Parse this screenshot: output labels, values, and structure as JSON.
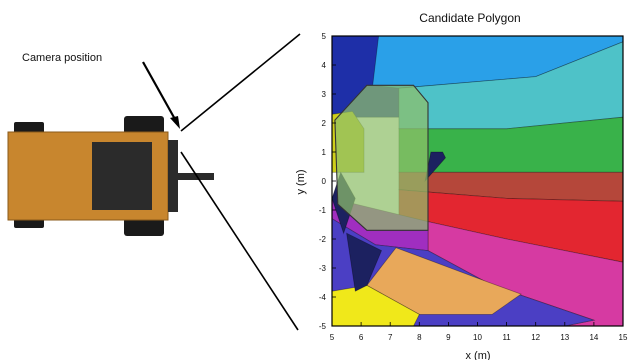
{
  "annotations": {
    "camera_label": "Camera position",
    "plot_title": "Candidate Polygon"
  },
  "axes": {
    "xlabel": "x (m)",
    "ylabel": "y (m)",
    "xlim": [
      5,
      15
    ],
    "ylim": [
      -5,
      5
    ],
    "x_ticks": [
      "5",
      "6",
      "7",
      "8",
      "9",
      "10",
      "11",
      "12",
      "13",
      "14",
      "15"
    ],
    "y_ticks": [
      "5",
      "4",
      "3",
      "2",
      "1",
      "0",
      "-1",
      "-2",
      "-3",
      "-4",
      "-5"
    ]
  },
  "colors": {
    "vehicle_body": "#c8862e",
    "vehicle_dark": "#2b2b2b",
    "candidate_polygon": "#8fbf6a"
  },
  "regions": [
    {
      "color": "#1e2fa8",
      "points": [
        [
          5,
          5
        ],
        [
          15,
          5
        ],
        [
          15,
          2.2
        ],
        [
          5,
          2.2
        ]
      ]
    },
    {
      "color": "#2aa0e8",
      "points": [
        [
          6.6,
          5
        ],
        [
          15,
          5
        ],
        [
          15,
          4.8
        ],
        [
          12,
          3.6
        ],
        [
          8.5,
          3.3
        ],
        [
          7.3,
          3.2
        ],
        [
          6.4,
          3.3
        ]
      ]
    },
    {
      "color": "#4ec2c8",
      "points": [
        [
          7.3,
          3.2
        ],
        [
          12,
          3.6
        ],
        [
          15,
          4.8
        ],
        [
          15,
          2.2
        ],
        [
          11,
          1.8
        ],
        [
          7.3,
          1.8
        ]
      ]
    },
    {
      "color": "#39b24a",
      "points": [
        [
          7.3,
          1.8
        ],
        [
          11,
          1.8
        ],
        [
          15,
          2.2
        ],
        [
          15,
          0.3
        ],
        [
          7.3,
          0.3
        ]
      ]
    },
    {
      "color": "#b5473a",
      "points": [
        [
          7.3,
          0.3
        ],
        [
          15,
          0.3
        ],
        [
          15,
          -0.7
        ],
        [
          11,
          -0.6
        ],
        [
          7.3,
          -0.3
        ]
      ]
    },
    {
      "color": "#e32630",
      "points": [
        [
          7.3,
          -0.3
        ],
        [
          11,
          -0.6
        ],
        [
          15,
          -0.7
        ],
        [
          15,
          -2.8
        ],
        [
          11,
          -2.0
        ],
        [
          8.3,
          -1.4
        ],
        [
          7.3,
          -1.3
        ]
      ]
    },
    {
      "color": "#d63aa2",
      "points": [
        [
          8.3,
          -1.4
        ],
        [
          11,
          -2.0
        ],
        [
          15,
          -2.8
        ],
        [
          15,
          -5
        ],
        [
          13,
          -5
        ],
        [
          14,
          -4.8
        ],
        [
          10.5,
          -3.6
        ],
        [
          8.3,
          -2.4
        ]
      ]
    },
    {
      "color": "#a02ec0",
      "points": [
        [
          5,
          -0.6
        ],
        [
          8.3,
          -1.4
        ],
        [
          8.3,
          -2.4
        ],
        [
          6.5,
          -2.2
        ],
        [
          5,
          -1.3
        ]
      ]
    },
    {
      "color": "#4b3fc4",
      "points": [
        [
          5,
          -1.3
        ],
        [
          6.5,
          -2.2
        ],
        [
          8.3,
          -2.4
        ],
        [
          10.5,
          -3.6
        ],
        [
          14,
          -4.8
        ],
        [
          13,
          -5
        ],
        [
          5,
          -5
        ]
      ]
    },
    {
      "color": "#e8a85a",
      "points": [
        [
          6.2,
          -3.6
        ],
        [
          7.2,
          -2.3
        ],
        [
          10.4,
          -3.5
        ],
        [
          11.5,
          -3.9
        ],
        [
          10.5,
          -4.6
        ],
        [
          8.0,
          -4.6
        ]
      ]
    },
    {
      "color": "#f0e81a",
      "points": [
        [
          5,
          -3.8
        ],
        [
          6.2,
          -3.6
        ],
        [
          8.0,
          -4.6
        ],
        [
          7.8,
          -5
        ],
        [
          5,
          -5
        ]
      ]
    },
    {
      "color": "#cfcf1a",
      "points": [
        [
          5,
          2.3
        ],
        [
          5.7,
          2.4
        ],
        [
          6.1,
          1.8
        ],
        [
          6.1,
          0.3
        ],
        [
          5,
          0.3
        ]
      ]
    },
    {
      "color": "#1c2160",
      "points": [
        [
          5.5,
          -1.8
        ],
        [
          6.7,
          -2.4
        ],
        [
          6.2,
          -3.6
        ],
        [
          5.8,
          -3.8
        ]
      ]
    },
    {
      "color": "#1c2160",
      "points": [
        [
          8.2,
          0
        ],
        [
          8.9,
          0.8
        ],
        [
          8.8,
          1.0
        ],
        [
          8.4,
          1.0
        ]
      ]
    },
    {
      "color": "#1c2160",
      "points": [
        [
          5,
          -0.6
        ],
        [
          5.3,
          0.3
        ],
        [
          5.8,
          -0.6
        ],
        [
          5.4,
          -1.8
        ]
      ]
    }
  ],
  "candidate_polygon": {
    "color": "#8fbf6a",
    "points": [
      [
        5.1,
        2.1
      ],
      [
        6.2,
        3.3
      ],
      [
        7.8,
        3.3
      ],
      [
        8.3,
        2.7
      ],
      [
        8.3,
        -1.7
      ],
      [
        6.2,
        -1.7
      ],
      [
        5.2,
        -0.8
      ]
    ]
  }
}
